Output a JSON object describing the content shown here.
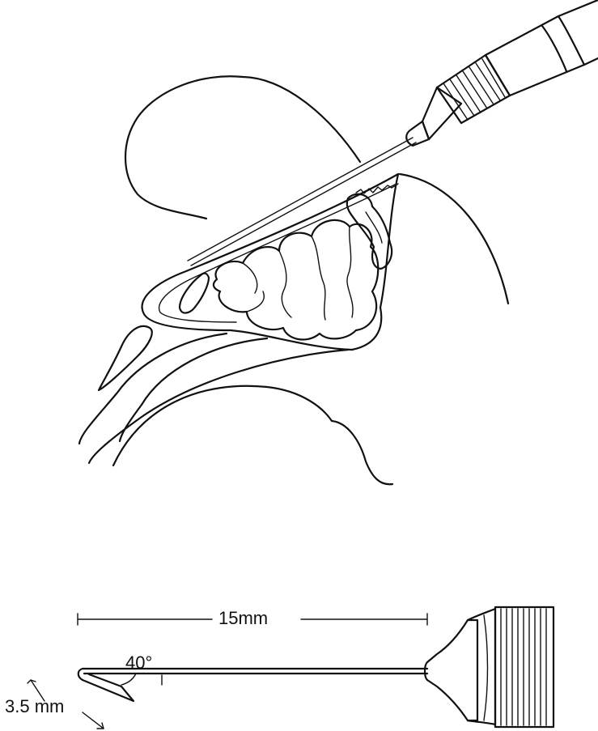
{
  "labels": {
    "needle_length": "15mm",
    "bend_angle": "40°",
    "tip_length": "3.5 mm"
  }
}
